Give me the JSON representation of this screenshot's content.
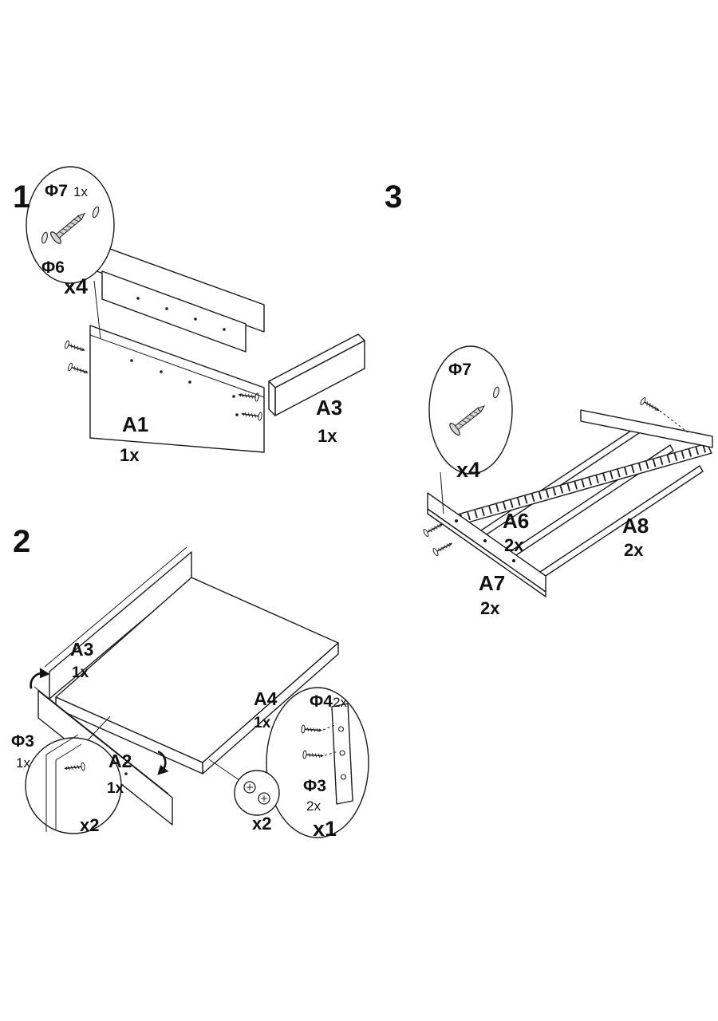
{
  "colors": {
    "ink": "#1a1a1a",
    "paper": "#ffffff",
    "metal": "#d6d6d6"
  },
  "icons": {
    "screw_large": "long-screw-icon",
    "screw_small": "small-screw-icon",
    "washer": "washer-disc-icon",
    "cam_lock": "cam-lock-icon",
    "rotate_arrow": "rotate-arrow-icon"
  },
  "s1": {
    "number": "1",
    "phi7": "Φ7",
    "phi7_qty": "1x",
    "phi6": "Φ6",
    "count": "x4",
    "a1": "A1",
    "a1_qty": "1x",
    "a3": "A3",
    "a3_qty": "1x"
  },
  "s2": {
    "number": "2",
    "a3": "A3",
    "a3_qty": "1x",
    "a2": "A2",
    "a2_qty": "1x",
    "a4": "A4",
    "a4_qty": "1x",
    "phi3_left": "Φ3",
    "phi3_left_qty": "1x",
    "left_count": "x2",
    "phi4": "Φ4",
    "phi4_qty": "2x",
    "phi3_right": "Φ3",
    "phi3_right_qty": "2x",
    "cam_count": "x2",
    "right_count": "x1"
  },
  "s3": {
    "number": "3",
    "phi7": "Φ7",
    "count": "x4",
    "a6": "A6",
    "a6_qty": "2x",
    "a8": "A8",
    "a8_qty": "2x",
    "a7": "A7",
    "a7_qty": "2x"
  }
}
